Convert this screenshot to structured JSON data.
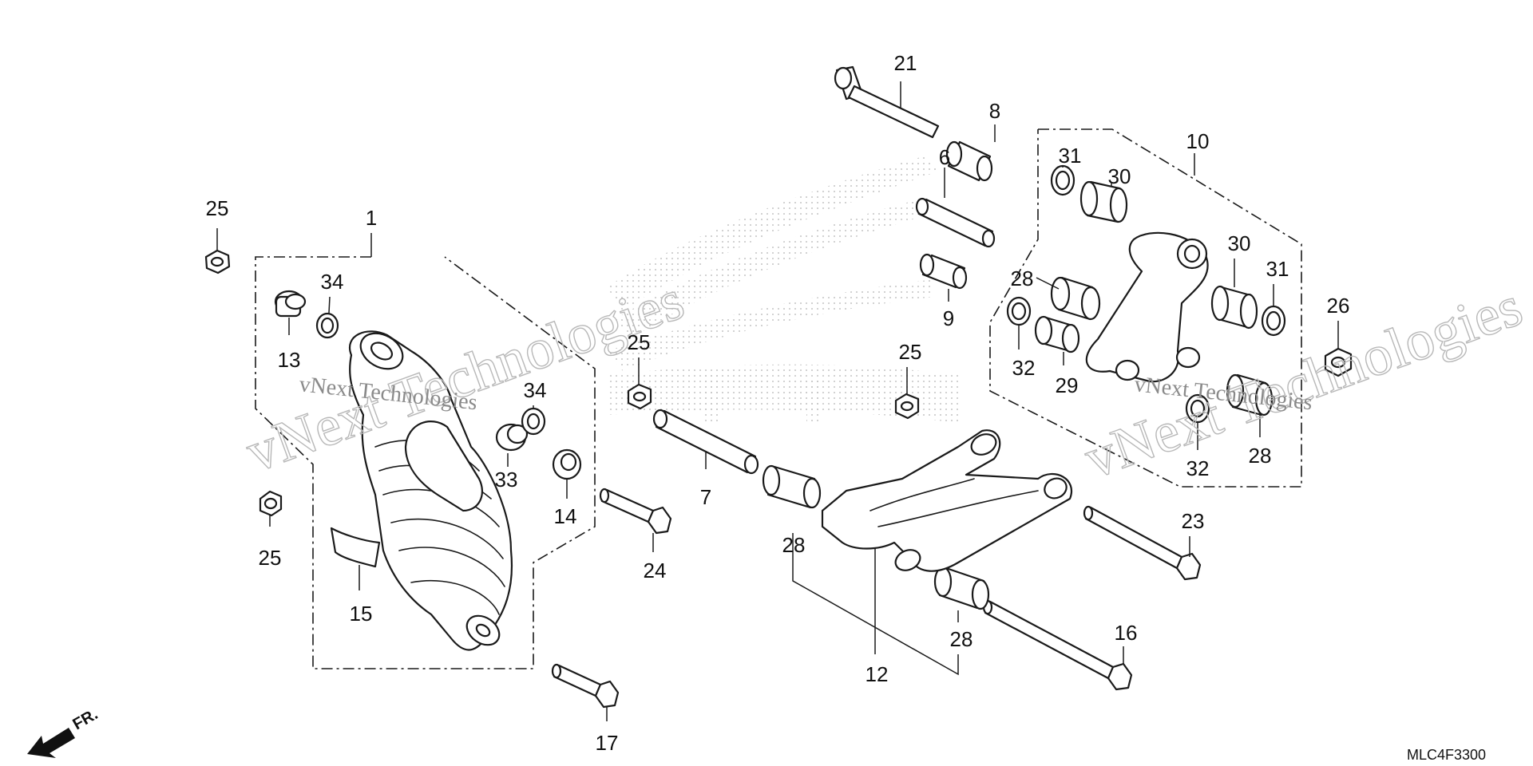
{
  "diagram": {
    "figure_code": "MLC4F3300",
    "direction_label": "FR.",
    "watermark_text": "vNext Technologies",
    "part_labels": [
      {
        "id": "l1",
        "text": "1"
      },
      {
        "id": "l6",
        "text": "6"
      },
      {
        "id": "l7",
        "text": "7"
      },
      {
        "id": "l8",
        "text": "8"
      },
      {
        "id": "l9",
        "text": "9"
      },
      {
        "id": "l10",
        "text": "10"
      },
      {
        "id": "l12",
        "text": "12"
      },
      {
        "id": "l13",
        "text": "13"
      },
      {
        "id": "l14",
        "text": "14"
      },
      {
        "id": "l15",
        "text": "15"
      },
      {
        "id": "l16",
        "text": "16"
      },
      {
        "id": "l17",
        "text": "17"
      },
      {
        "id": "l21",
        "text": "21"
      },
      {
        "id": "l23",
        "text": "23"
      },
      {
        "id": "l24",
        "text": "24"
      },
      {
        "id": "l25a",
        "text": "25"
      },
      {
        "id": "l25b",
        "text": "25"
      },
      {
        "id": "l25c",
        "text": "25"
      },
      {
        "id": "l25d",
        "text": "25"
      },
      {
        "id": "l26",
        "text": "26"
      },
      {
        "id": "l28a",
        "text": "28"
      },
      {
        "id": "l28b",
        "text": "28"
      },
      {
        "id": "l28c",
        "text": "28"
      },
      {
        "id": "l28d",
        "text": "28"
      },
      {
        "id": "l29",
        "text": "29"
      },
      {
        "id": "l30a",
        "text": "30"
      },
      {
        "id": "l30b",
        "text": "30"
      },
      {
        "id": "l31a",
        "text": "31"
      },
      {
        "id": "l31b",
        "text": "31"
      },
      {
        "id": "l32a",
        "text": "32"
      },
      {
        "id": "l32b",
        "text": "32"
      },
      {
        "id": "l33",
        "text": "33"
      },
      {
        "id": "l34a",
        "text": "34"
      },
      {
        "id": "l34b",
        "text": "34"
      }
    ]
  }
}
